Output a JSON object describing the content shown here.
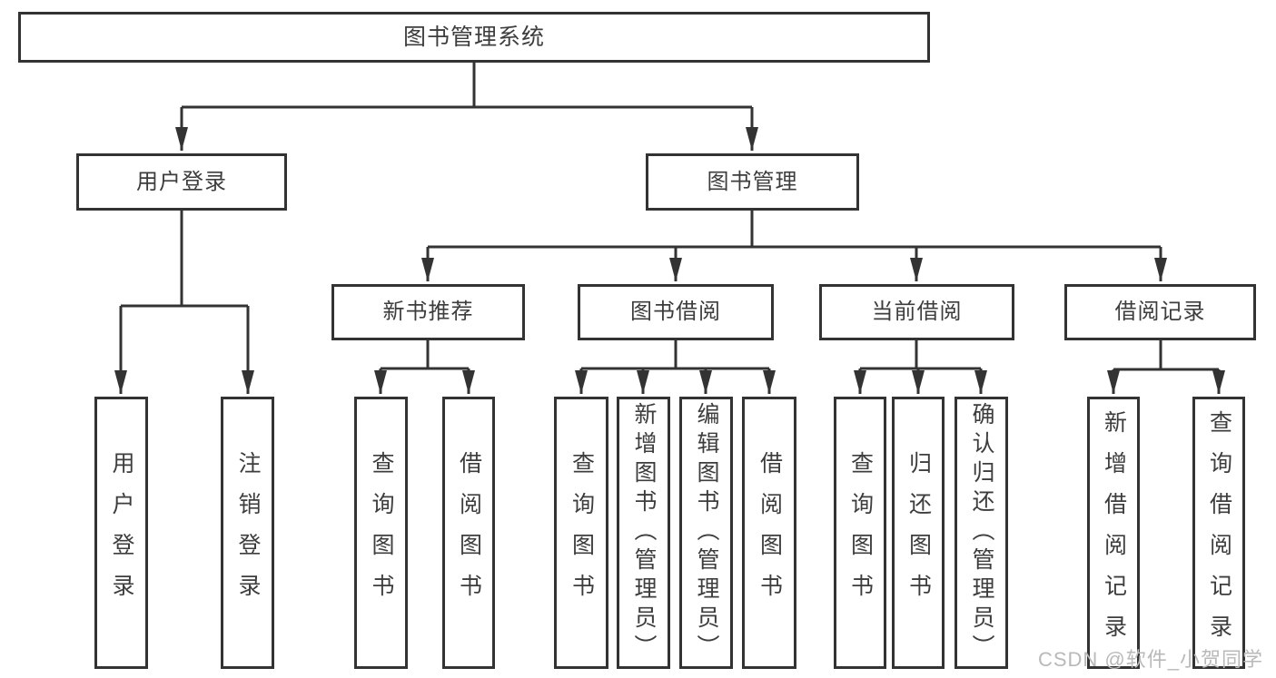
{
  "diagram": {
    "root": "图书管理系统",
    "branches": [
      {
        "label": "用户登录",
        "children": [
          "用户登录",
          "注销登录"
        ]
      },
      {
        "label": "图书管理",
        "children": [
          {
            "label": "新书推荐",
            "children": [
              "查询图书",
              "借阅图书"
            ]
          },
          {
            "label": "图书借阅",
            "children": [
              "查询图书",
              "新增图书（管理员）",
              "编辑图书（管理员）",
              "借阅图书"
            ]
          },
          {
            "label": "当前借阅",
            "children": [
              "查询图书",
              "归还图书",
              "确认归还（管理员）"
            ]
          },
          {
            "label": "借阅记录",
            "children": [
              "新增借阅记录",
              "查询借阅记录"
            ]
          }
        ]
      }
    ]
  },
  "watermark": {
    "text": "CSDN @软件_小贺同学"
  },
  "colors": {
    "line": "#333333",
    "text": "#3d3d3d",
    "watermark": "#b9b9b9",
    "background": "#ffffff"
  }
}
